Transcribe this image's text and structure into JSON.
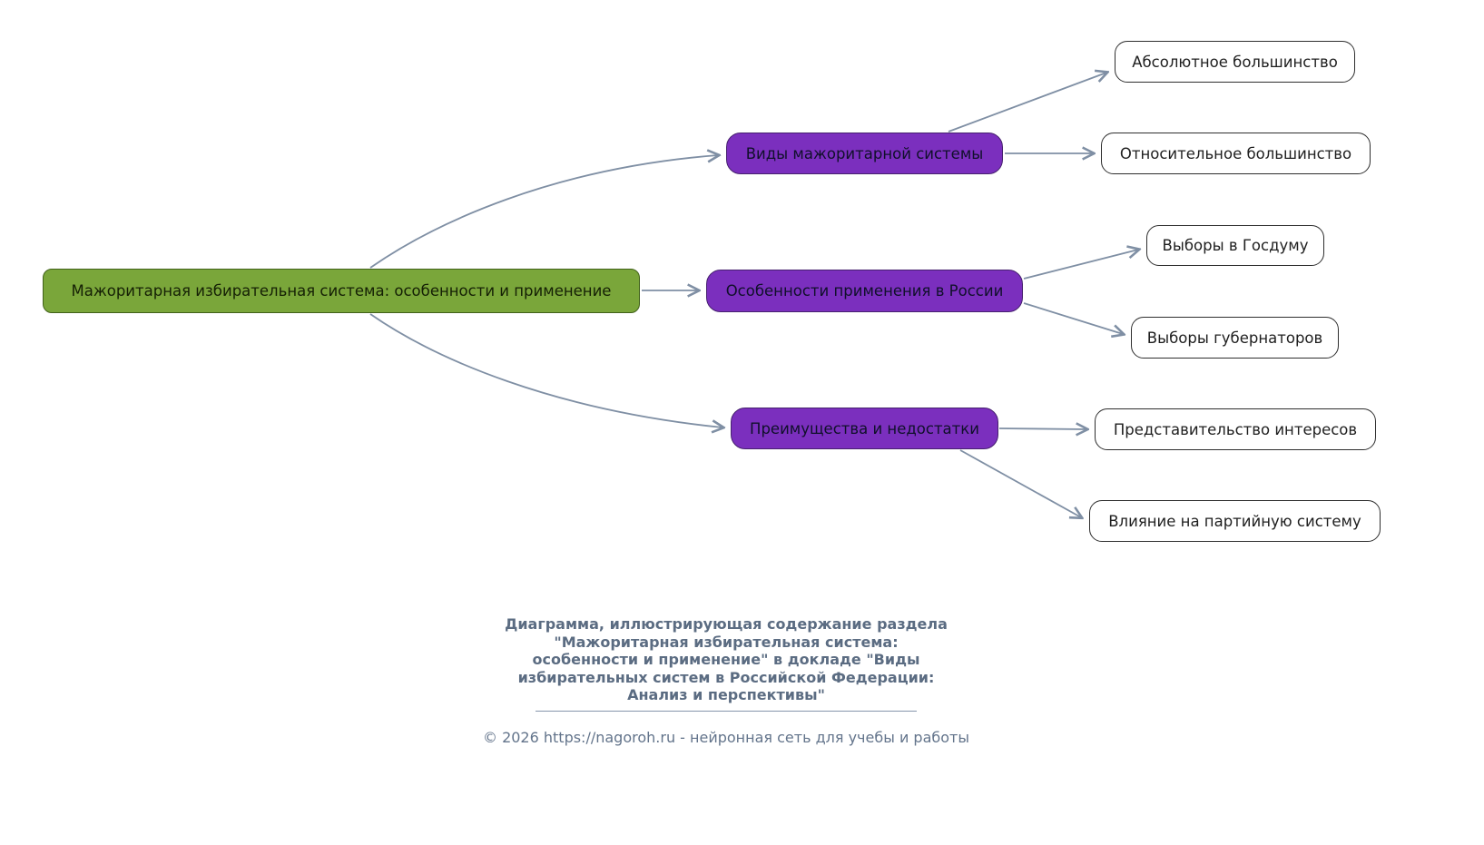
{
  "diagram": {
    "root": {
      "label": "Мажоритарная избирательная система: особенности и применение"
    },
    "branches": [
      {
        "label": "Виды мажоритарной системы",
        "children": [
          "Абсолютное большинство",
          "Относительное большинство"
        ]
      },
      {
        "label": "Особенности применения в России",
        "children": [
          "Выборы в Госдуму",
          "Выборы губернаторов"
        ]
      },
      {
        "label": "Преимущества и недостатки",
        "children": [
          "Представительство интересов",
          "Влияние на партийную систему"
        ]
      }
    ],
    "palette": {
      "root_fill": "#7aa63a",
      "root_border": "#41611a",
      "branch_fill": "#7b2fbe",
      "branch_border": "#46216e",
      "leaf_fill": "#ffffff",
      "leaf_border": "#2e2e2e",
      "edge_color": "#7f8fa4",
      "caption_color": "#5b6c82"
    }
  },
  "caption": {
    "text": "Диаграмма, иллюстрирующая содержание раздела\n\"Мажоритарная избирательная система:\nособенности и применение\" в докладе \"Виды\nизбирательных систем в Российской Федерации:\nАнализ и перспективы\""
  },
  "footer": {
    "prefix": "© 2026 ",
    "link": "https://nagoroh.ru",
    "suffix": " - нейронная сеть для учебы и работы"
  }
}
